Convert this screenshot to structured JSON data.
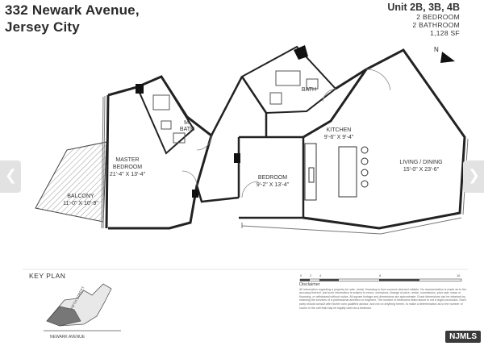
{
  "header": {
    "address_line1": "332 Newark Avenue,",
    "address_line2": "Jersey City"
  },
  "unit_info": {
    "units": "Unit 2B, 3B, 4B",
    "bedrooms": "2 BEDROOM",
    "bathrooms": "2 BATHROOM",
    "area": "1,128 SF"
  },
  "north_label": "N",
  "rooms": {
    "master_bedroom": {
      "name": "MASTER",
      "name2": "BEDROOM",
      "size": "21'-4\" X 13'-4\""
    },
    "m_bath": {
      "name": "M.",
      "name2": "BATH"
    },
    "balcony": {
      "name": "BALCONY",
      "size": "11'-0\" X 10'-9\""
    },
    "bath": {
      "name": "BATH"
    },
    "kitchen": {
      "name": "KITCHEN",
      "size": "9'-6\" X 9'-4\""
    },
    "bedroom": {
      "name": "BEDROOM",
      "size": "9'-2\" X 13'-4\""
    },
    "living": {
      "name": "LIVING / DINING",
      "size": "15'-0\" X 23'-6\""
    }
  },
  "key_plan": {
    "title": "KEY PLAN",
    "street1": "FIFTH STREET",
    "street2": "NEWARK AVENUE"
  },
  "scale": {
    "ticks": [
      "0",
      "2",
      "4",
      "8",
      "16"
    ]
  },
  "disclaimer": {
    "heading": "Disclaimer",
    "text": "All information regarding a property for sale, rental, financing is from sources deemed reliable. No representation is made as to the accuracy thereof, and such information is subject to errors, omissions, change of price, rental, commission, prior sale, lease or financing, or withdrawal without notice. All square footage and dimensions are approximate. Exact dimensions can be obtained by retaining the services of a professional architect or engineer. The number of bedrooms listed above is not a legal conclusion. Each party should consult with his/her own qualified advisor, and not on anything herein, to make a determination as to the number of rooms in the unit that may be legally used as a bedroom."
  },
  "nav": {
    "prev_icon": "chevron-left-icon",
    "next_icon": "chevron-right-icon"
  },
  "badge": {
    "label": "NJMLS"
  }
}
